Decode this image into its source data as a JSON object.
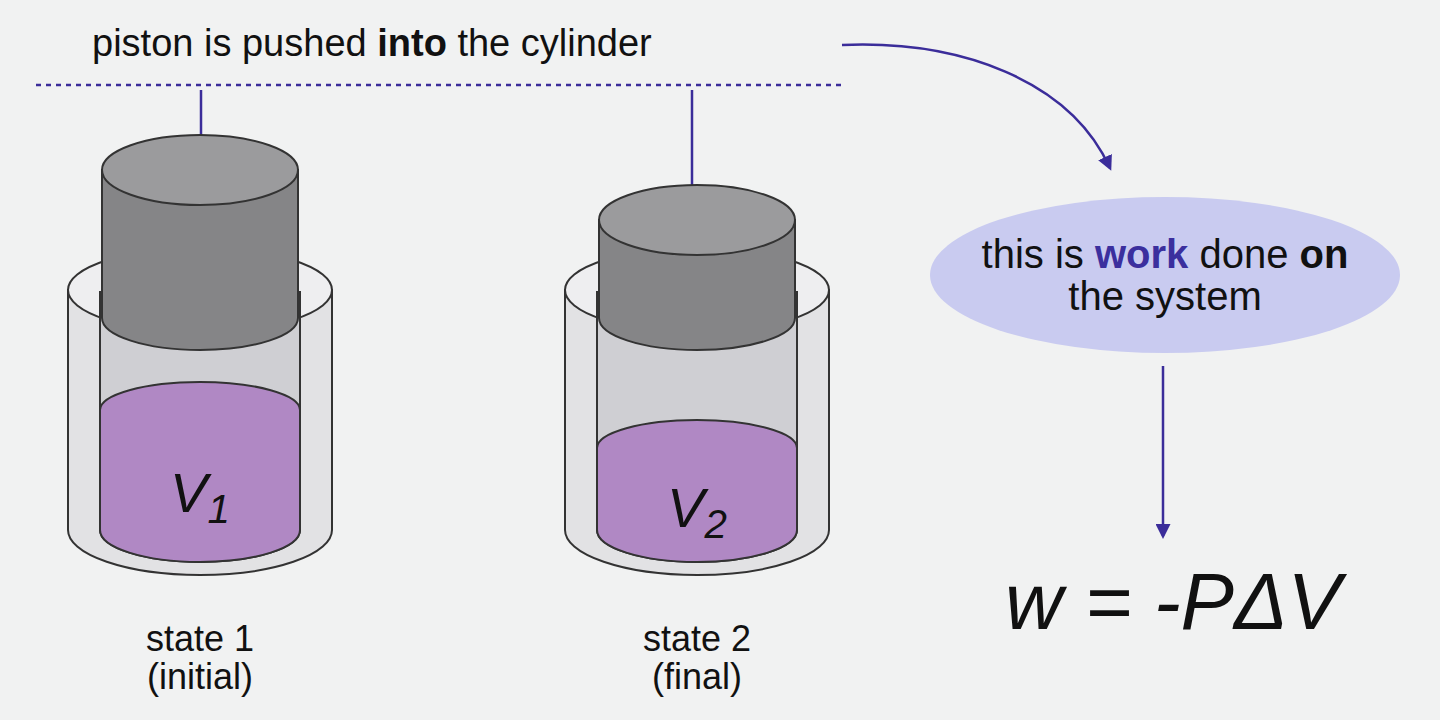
{
  "diagram": {
    "nodes": [
      {
        "text": [
          "V1",
          "state 1 (initial)"
        ]
      },
      {
        "text": [
          "V2",
          "state 2 (final)"
        ]
      },
      {
        "text": [
          "this is work done on the system"
        ]
      }
    ],
    "labels": [
      "piston is pushed into the cylinder",
      "w = -PΔV"
    ]
  }
}
